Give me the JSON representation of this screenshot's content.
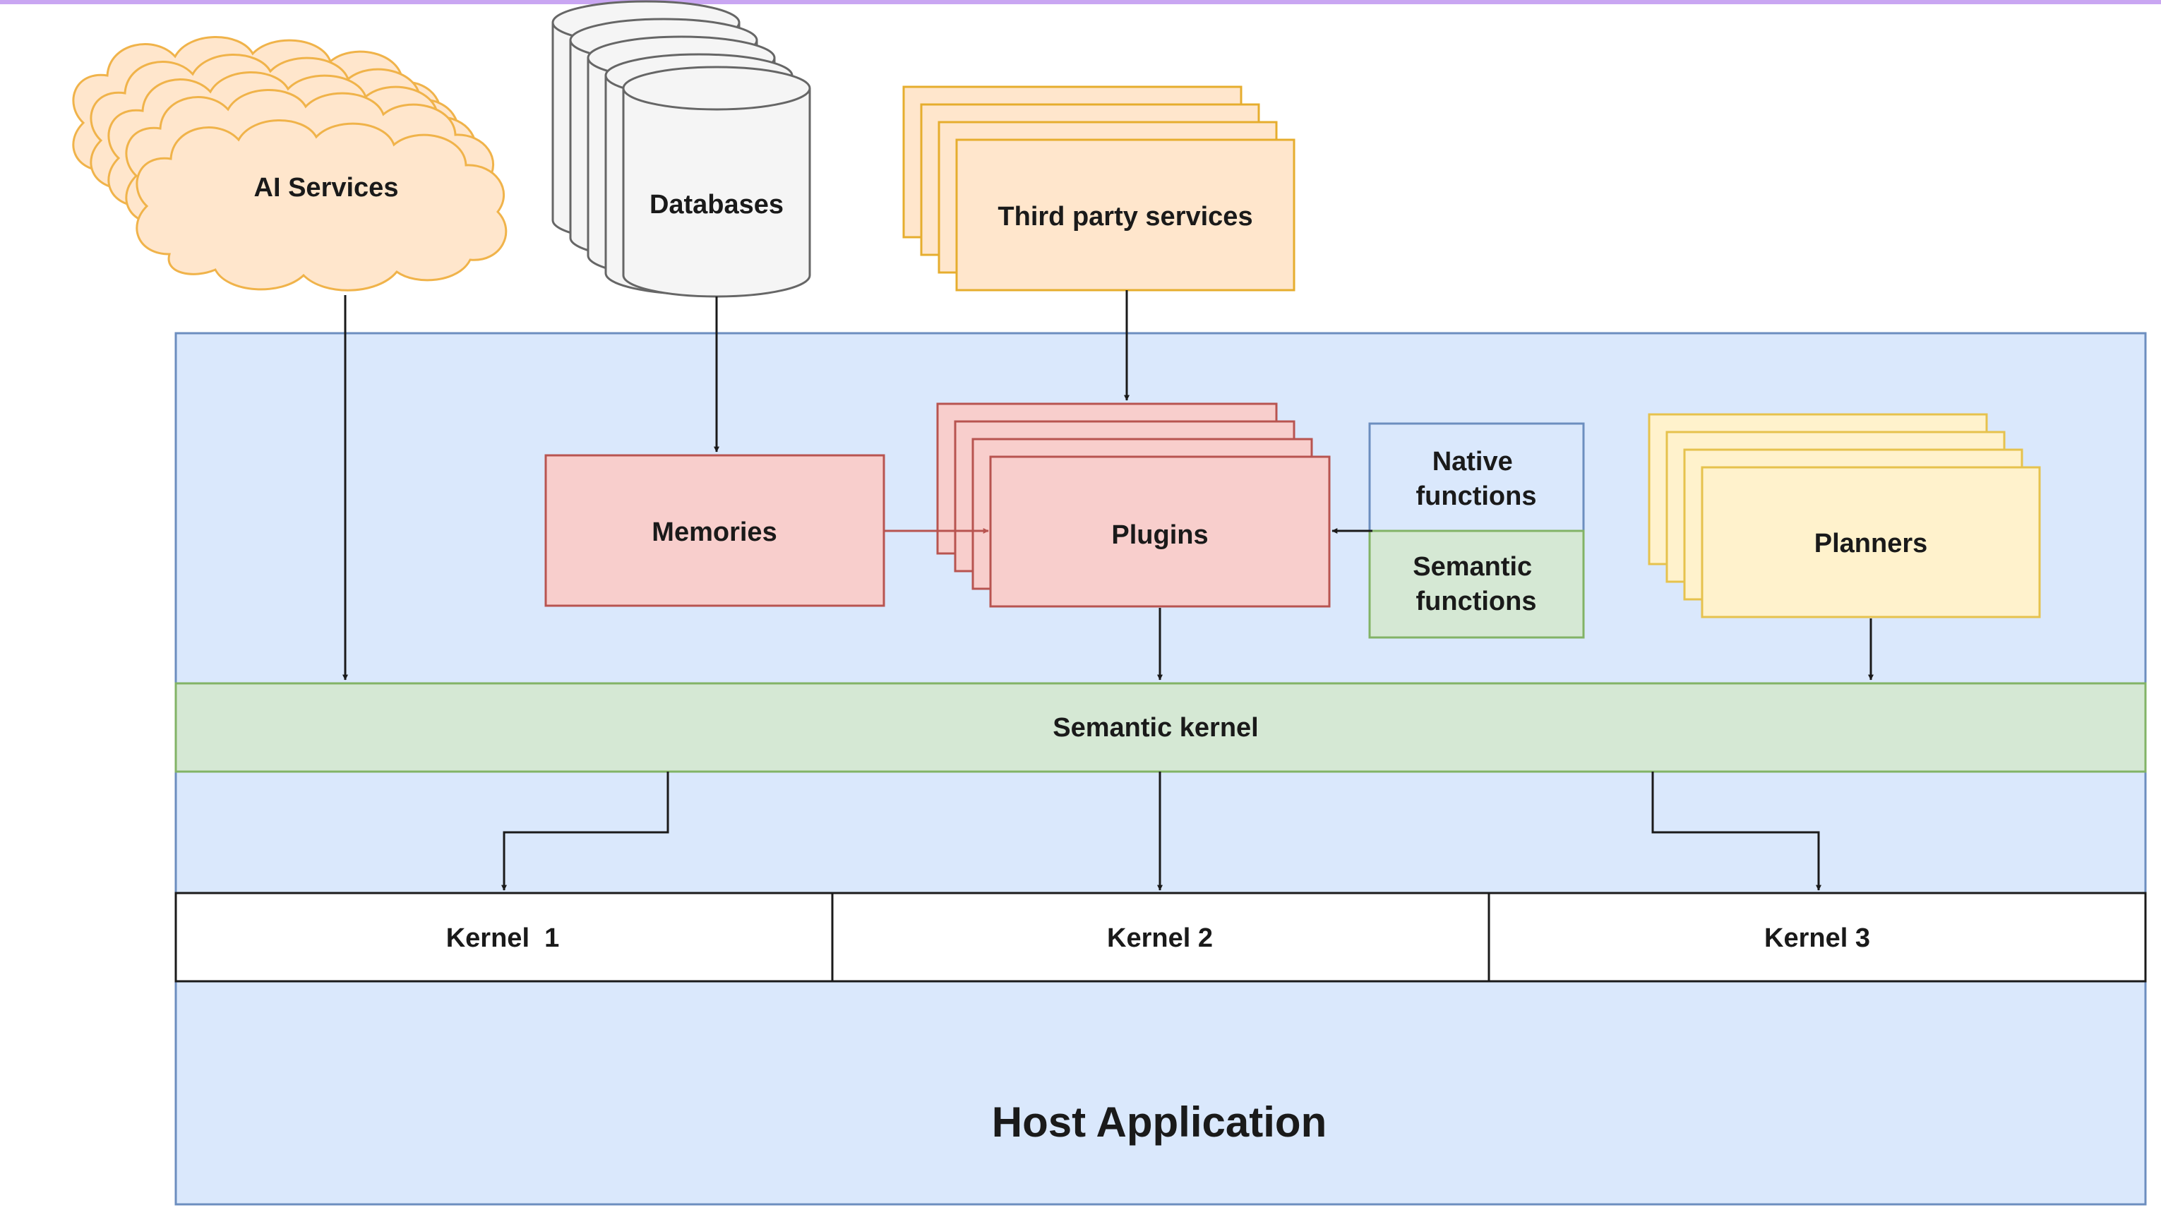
{
  "diagram": {
    "external": {
      "ai_services": "AI Services",
      "databases": "Databases",
      "third_party": "Third party services"
    },
    "components": {
      "memories": "Memories",
      "plugins": "Plugins",
      "native_functions": [
        "Native",
        "functions"
      ],
      "semantic_functions": [
        "Semantic",
        "functions"
      ],
      "planners": "Planners"
    },
    "semantic_kernel": "Semantic kernel",
    "kernels": [
      "Kernel  1",
      "Kernel 2",
      "Kernel 3"
    ],
    "host_application": "Host Application"
  },
  "colors": {
    "header_line": "#c9a6f2",
    "host_fill": "#dae8fc",
    "host_stroke": "#6c8ebf",
    "cloud_fill": "#ffe6cc",
    "cloud_stroke": "#f0b34a",
    "db_fill": "#f5f5f5",
    "db_stroke": "#666666",
    "third_party_fill": "#ffe6cc",
    "third_party_stroke": "#e6ad2e",
    "memories_fill": "#f8cecc",
    "memories_stroke": "#b85450",
    "native_fill": "#dae8fc",
    "native_stroke": "#6c8ebf",
    "semantic_fill": "#d5e8d4",
    "semantic_stroke": "#82b366",
    "planners_fill": "#fff2cc",
    "planners_stroke": "#e6c24d",
    "kernel_fill": "#ffffff",
    "kernel_stroke": "#1a1a1a"
  },
  "icons": {
    "ai_services": "cloud-stack-icon",
    "databases": "cylinder-stack-icon"
  }
}
